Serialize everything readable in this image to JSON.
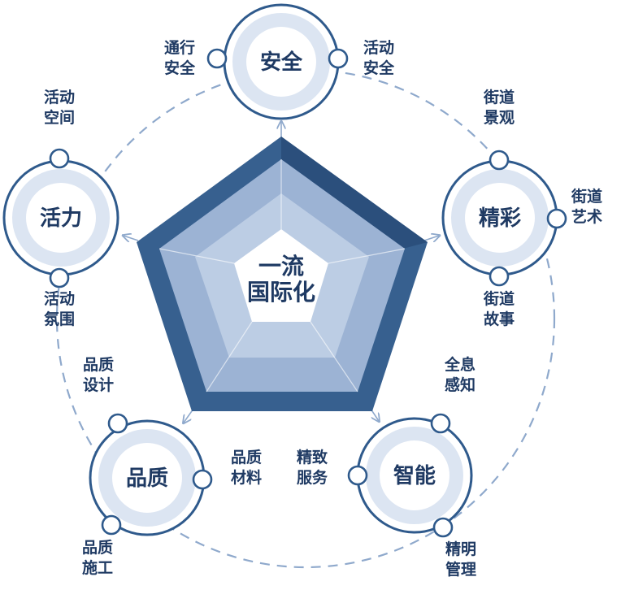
{
  "center": {
    "line1": "一流",
    "line2": "国际化"
  },
  "colors": {
    "pentagon_outer": "#37608f",
    "pentagon_mid": "#9cb3d4",
    "pentagon_inner": "#bccde4",
    "pentagon_center": "#ffffff",
    "circle_stroke": "#2f5a8c",
    "circle_fill": "#dce5f2",
    "text": "#1f3a63",
    "connector": "#8fa9cc"
  },
  "nodes": [
    {
      "id": "safety",
      "title": "安全",
      "subs": [
        {
          "line1": "通行",
          "line2": "安全"
        },
        {
          "line1": "活动",
          "line2": "安全"
        }
      ]
    },
    {
      "id": "wonderful",
      "title": "精彩",
      "subs": [
        {
          "line1": "街道",
          "line2": "景观"
        },
        {
          "line1": "街道",
          "line2": "艺术"
        },
        {
          "line1": "街道",
          "line2": "故事"
        }
      ]
    },
    {
      "id": "smart",
      "title": "智能",
      "subs": [
        {
          "line1": "全息",
          "line2": "感知"
        },
        {
          "line1": "精致",
          "line2": "服务"
        },
        {
          "line1": "精明",
          "line2": "管理"
        }
      ]
    },
    {
      "id": "quality",
      "title": "品质",
      "subs": [
        {
          "line1": "品质",
          "line2": "设计"
        },
        {
          "line1": "品质",
          "line2": "材料"
        },
        {
          "line1": "品质",
          "line2": "施工"
        }
      ]
    },
    {
      "id": "vitality",
      "title": "活力",
      "subs": [
        {
          "line1": "活动",
          "line2": "空间"
        },
        {
          "line1": "活动",
          "line2": "氛围"
        }
      ]
    }
  ]
}
